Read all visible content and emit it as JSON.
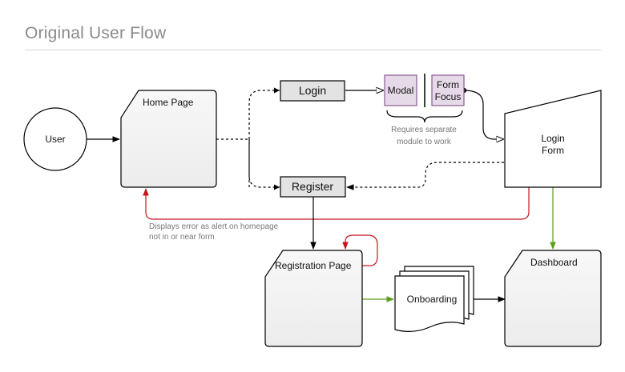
{
  "title": "Original User Flow",
  "nodes": {
    "user": "User",
    "home_page": "Home Page",
    "login": "Login",
    "register": "Register",
    "modal": "Modal",
    "form_focus_line1": "Form",
    "form_focus_line2": "Focus",
    "login_form_line1": "Login",
    "login_form_line2": "Form",
    "registration_page": "Registration Page",
    "onboarding": "Onboarding",
    "dashboard": "Dashboard"
  },
  "notes": {
    "separate_module_line1": "Requires separate",
    "separate_module_line2": "module to work",
    "error_line1": "Displays error as alert on homepage",
    "error_line2": "not in or near form"
  },
  "colors": {
    "error_edge": "#c0171d",
    "success_edge": "#5a9e1b",
    "purple_fill": "#e6d9e8",
    "purple_stroke": "#8a5a96",
    "grey_fill": "#e3e3e3",
    "page_fill": "#f5f5f5"
  }
}
